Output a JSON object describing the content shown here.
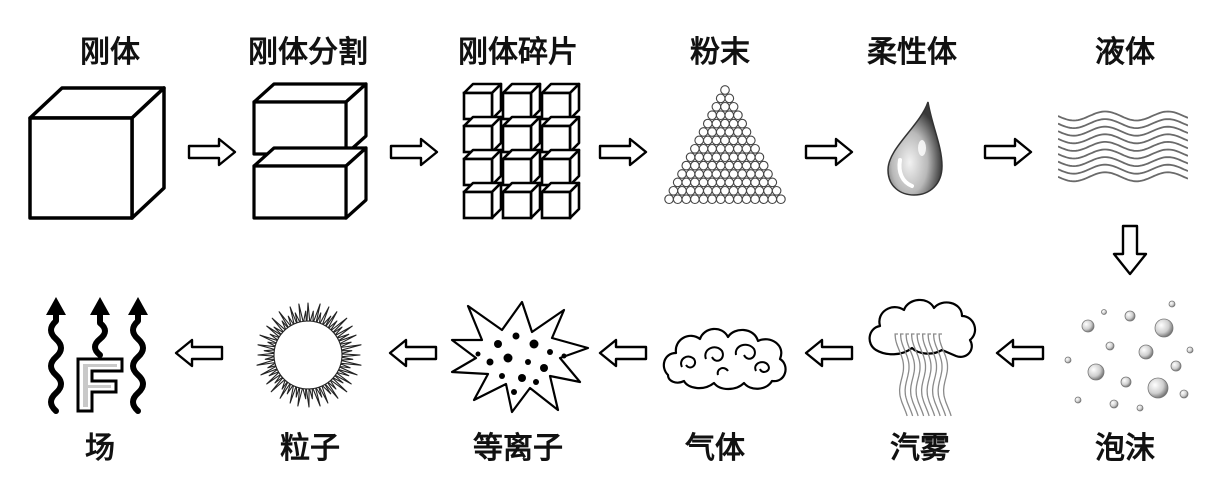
{
  "top_row": [
    {
      "label": "刚体",
      "icon": "solid-cube-icon"
    },
    {
      "label": "刚体分割",
      "icon": "split-block-icon"
    },
    {
      "label": "刚体碎片",
      "icon": "cube-grid-icon"
    },
    {
      "label": "粉末",
      "icon": "powder-pile-icon"
    },
    {
      "label": "柔性体",
      "icon": "droplet-icon"
    },
    {
      "label": "液体",
      "icon": "wave-icon"
    }
  ],
  "bottom_row": [
    {
      "label": "场",
      "icon": "field-f-icon"
    },
    {
      "label": "粒子",
      "icon": "particle-burst-icon"
    },
    {
      "label": "等离子",
      "icon": "plasma-star-icon"
    },
    {
      "label": "气体",
      "icon": "gas-cloud-icon"
    },
    {
      "label": "汽雾",
      "icon": "vapor-icon"
    },
    {
      "label": "泡沫",
      "icon": "foam-bubbles-icon"
    }
  ]
}
